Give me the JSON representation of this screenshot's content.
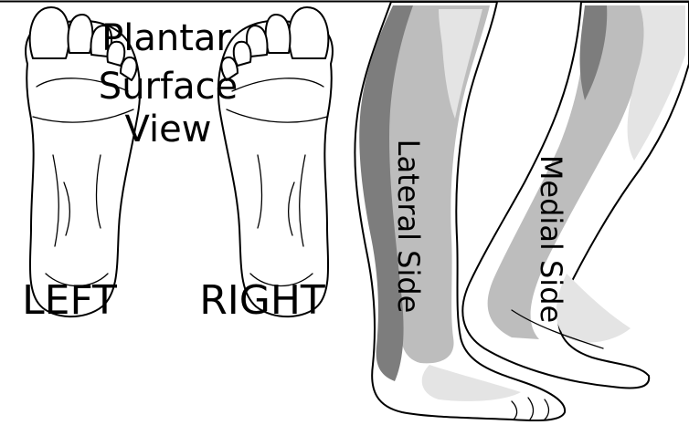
{
  "plantar": {
    "title_lines": [
      "Plantar",
      "Surface",
      "View"
    ],
    "left_label": "LEFT",
    "right_label": "RIGHT"
  },
  "legs": {
    "lateral_label": "Lateral Side",
    "medial_label": "Medial Side"
  },
  "colors": {
    "outline": "#000000",
    "background": "#ffffff",
    "shade_dark": "#7d7d7d",
    "shade_mid": "#bdbdbd",
    "shade_light": "#e4e4e4"
  }
}
